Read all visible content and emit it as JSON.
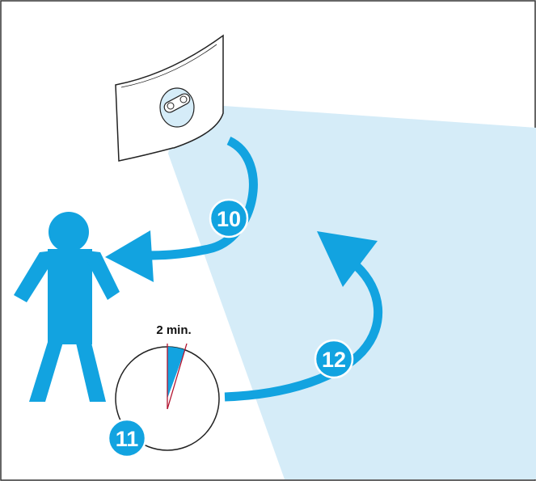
{
  "steps": [
    {
      "number": "10"
    },
    {
      "number": "11"
    },
    {
      "number": "12"
    }
  ],
  "timer": {
    "label": "2 min."
  },
  "colors": {
    "accent": "#12a3e0",
    "detection_zone": "#d5ecf8",
    "outline": "#222222",
    "timer_hand": "#b2122e",
    "background": "#ffffff"
  },
  "icons": {
    "sensor": "motion-sensor-icon",
    "person": "person-icon",
    "timer": "clock-timer-icon"
  }
}
